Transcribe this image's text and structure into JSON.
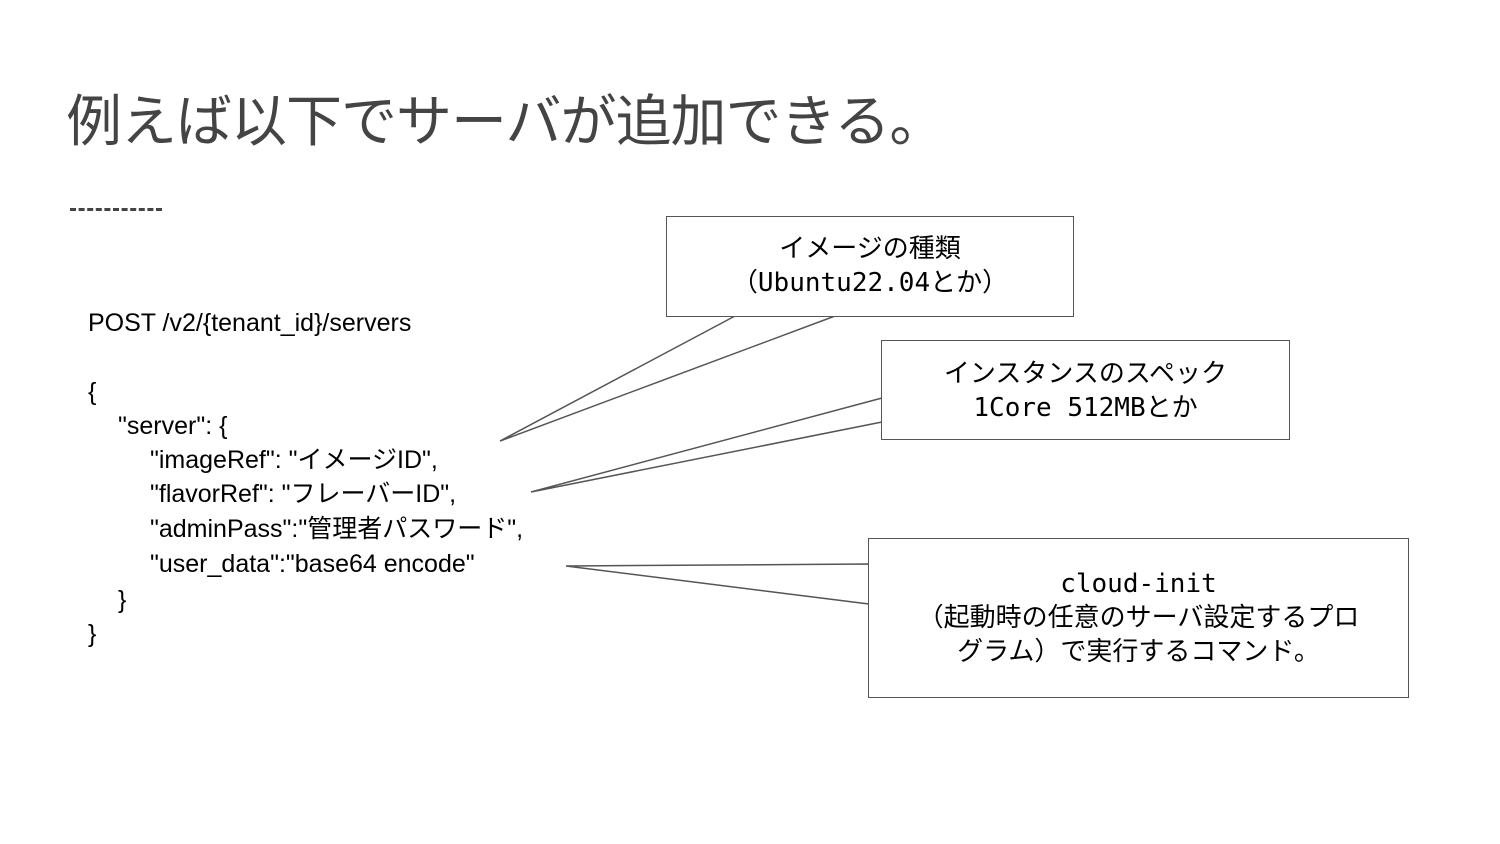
{
  "slide": {
    "title": "例えば以下でサーバが追加できる。",
    "code_lines": [
      "POST /v2/{tenant_id}/servers",
      "{",
      "\"server\": {",
      "\"imageRef\": \"イメージID\",",
      "\"flavorRef\": \"フレーバーID\",",
      "\"adminPass\":\"管理者パスワード\",",
      "\"user_data\":\"base64 encode\"",
      "}",
      "}"
    ],
    "callouts": {
      "image": {
        "line1": "イメージの種類",
        "line2": "（Ubuntu22.04とか）"
      },
      "flavor": {
        "line1": "インスタンスのスペック",
        "line2": "1Core 512MBとか"
      },
      "user_data": {
        "line1": "cloud-init",
        "line2": "（起動時の任意のサーバ設定するプロ",
        "line3": "グラム）で実行するコマンド。"
      }
    },
    "colors": {
      "title": "#444444",
      "text": "#000000",
      "border": "#555555"
    }
  }
}
